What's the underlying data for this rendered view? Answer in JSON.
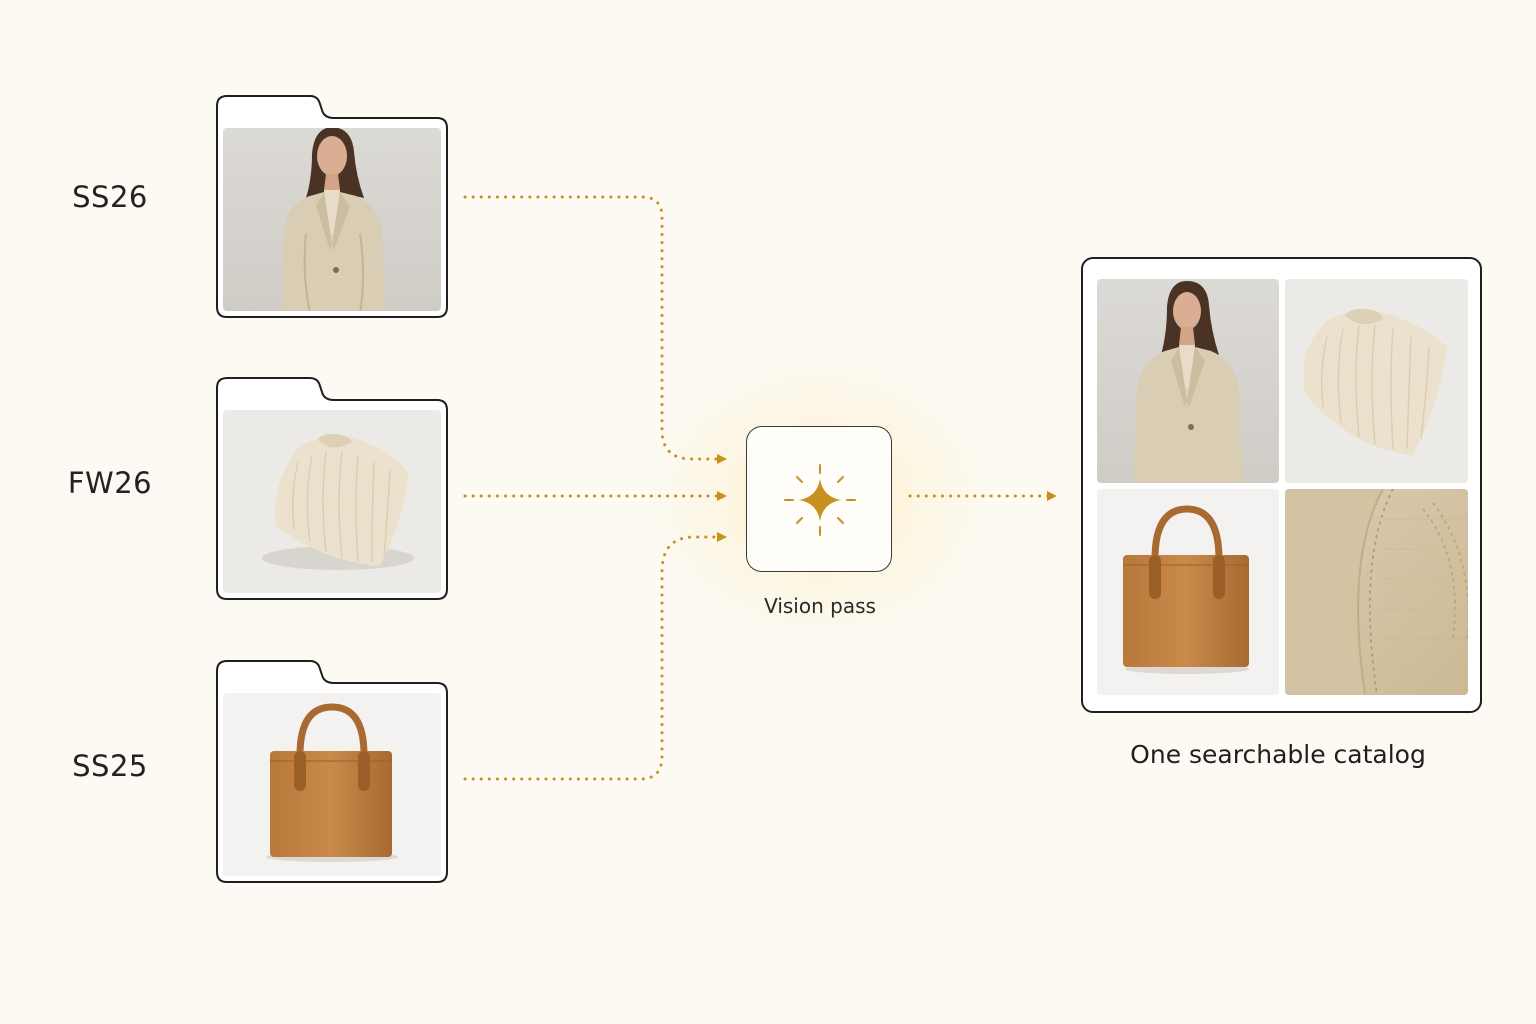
{
  "folders": [
    {
      "label": "SS26",
      "image": "blazer-model-photo"
    },
    {
      "label": "FW26",
      "image": "folded-sweater-photo"
    },
    {
      "label": "SS25",
      "image": "leather-tote-photo"
    }
  ],
  "vision": {
    "label": "Vision pass",
    "icon": "sparkle-icon"
  },
  "catalog": {
    "label": "One searchable catalog"
  },
  "colors": {
    "background": "#fcfaf3",
    "connector": "#c8901f",
    "outline": "#1f1f1f"
  }
}
